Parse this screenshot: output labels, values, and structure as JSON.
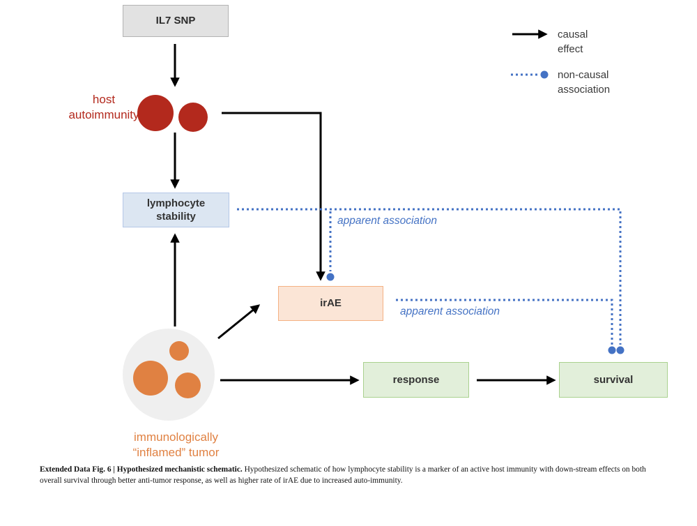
{
  "figure": {
    "nodes": {
      "il7_snp": {
        "label": "IL7 SNP"
      },
      "host_autoimmunity": {
        "line1": "host",
        "line2": "autoimmunity"
      },
      "lymphocyte_stability": {
        "line1": "lymphocyte",
        "line2": "stability"
      },
      "irae": {
        "label": "irAE"
      },
      "response": {
        "label": "response"
      },
      "survival": {
        "label": "survival"
      },
      "tumor": {
        "line1": "immunologically",
        "line2": "“inflamed” tumor"
      }
    },
    "annotations": {
      "apparent_association_1": "apparent association",
      "apparent_association_2": "apparent association"
    },
    "legend": {
      "causal": {
        "line1": "causal",
        "line2": "effect"
      },
      "non_causal": {
        "line1": "non-causal",
        "line2": "association"
      }
    },
    "caption": {
      "bold": "Extended Data Fig. 6 | Hypothesized mechanistic schematic.",
      "rest": " Hypothesized schematic of how lymphocyte stability is a marker of an active host immunity with down-stream effects on both overall survival through better anti-tumor response, as well as higher rate of irAE due to increased auto-immunity."
    },
    "colors": {
      "red": "#b3291d",
      "orange": "#e08142",
      "assoc_blue": "#4472c4",
      "gray_box_fill": "#e2e2e2",
      "gray_box_border": "#b3b3b3",
      "blue_box_fill": "#dce6f2",
      "blue_box_border": "#b4c7e7",
      "peach_box_fill": "#fbe5d6",
      "peach_box_border": "#f4b183",
      "green_box_fill": "#e2efda",
      "green_box_border": "#a9d18e",
      "tumor_bg": "#efefef",
      "line_black": "#000000",
      "text_dark": "#333333"
    }
  }
}
